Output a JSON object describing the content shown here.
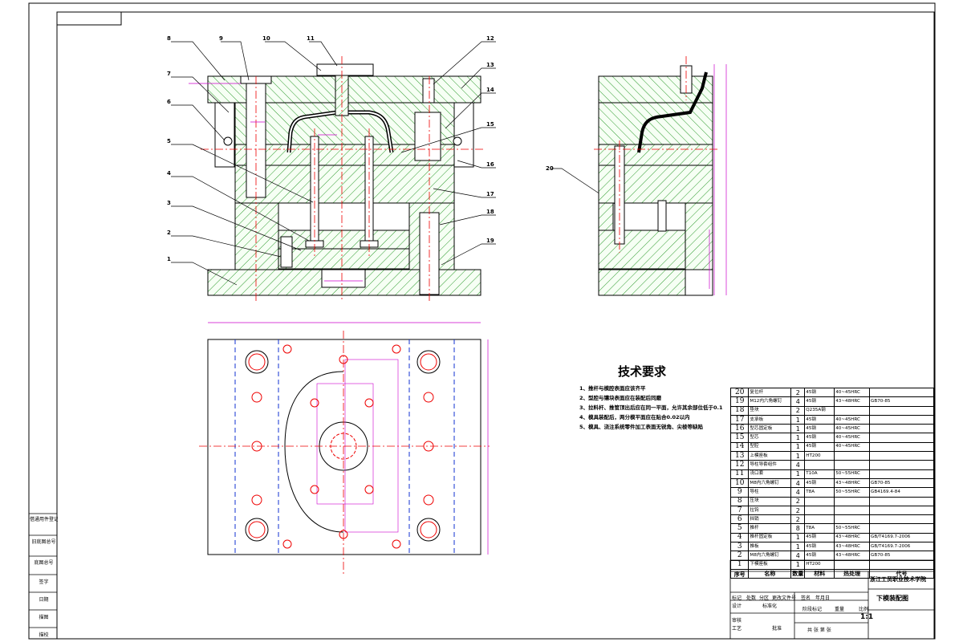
{
  "drawing": {
    "tech_title": "技术要求",
    "tech_notes": [
      "1、推杆与模腔表面应该齐平",
      "2、型腔与镶块表面应在装配后同磨",
      "3、拉料杆、推管顶出后应在同一平面，允许其余部位低于0.1",
      "4、模具装配后，两分模平面应在贴合0.02以内",
      "5、模具、浇注系统零件加工表面无锐角、尖棱等缺陷"
    ],
    "balloons": [
      "1",
      "2",
      "3",
      "4",
      "5",
      "6",
      "7",
      "8",
      "9",
      "10",
      "11",
      "12",
      "13",
      "14",
      "15",
      "16",
      "17",
      "18",
      "19",
      "20"
    ],
    "bom": [
      {
        "no": "20",
        "name": "复位杆",
        "qty": "2",
        "mat": "45钢",
        "heat": "40~45HRC",
        "std": ""
      },
      {
        "no": "19",
        "name": "M12内六角螺钉",
        "qty": "4",
        "mat": "45钢",
        "heat": "43~48HRC",
        "std": "GB70-85"
      },
      {
        "no": "18",
        "name": "垫块",
        "qty": "2",
        "mat": "Q235A钢",
        "heat": "",
        "std": ""
      },
      {
        "no": "17",
        "name": "支承板",
        "qty": "1",
        "mat": "45钢",
        "heat": "40~45HRC",
        "std": ""
      },
      {
        "no": "16",
        "name": "型芯固定板",
        "qty": "1",
        "mat": "45钢",
        "heat": "40~45HRC",
        "std": ""
      },
      {
        "no": "15",
        "name": "型芯",
        "qty": "1",
        "mat": "45钢",
        "heat": "40~45HRC",
        "std": ""
      },
      {
        "no": "14",
        "name": "型腔",
        "qty": "1",
        "mat": "45钢",
        "heat": "40~45HRC",
        "std": ""
      },
      {
        "no": "13",
        "name": "上模座板",
        "qty": "1",
        "mat": "HT200",
        "heat": "",
        "std": ""
      },
      {
        "no": "12",
        "name": "导柱导套组件",
        "qty": "4",
        "mat": "",
        "heat": "",
        "std": ""
      },
      {
        "no": "11",
        "name": "浇口套",
        "qty": "1",
        "mat": "T10A",
        "heat": "50~55HRC",
        "std": ""
      },
      {
        "no": "10",
        "name": "M8内六角螺钉",
        "qty": "4",
        "mat": "45钢",
        "heat": "43~48HRC",
        "std": "GB70-85"
      },
      {
        "no": "9",
        "name": "导柱",
        "qty": "4",
        "mat": "T8A",
        "heat": "50~55HRC",
        "std": "GB4169.4-84"
      },
      {
        "no": "8",
        "name": "压块",
        "qty": "2",
        "mat": "",
        "heat": "",
        "std": ""
      },
      {
        "no": "7",
        "name": "拉钩",
        "qty": "2",
        "mat": "",
        "heat": "",
        "std": ""
      },
      {
        "no": "6",
        "name": "挡销",
        "qty": "2",
        "mat": "",
        "heat": "",
        "std": ""
      },
      {
        "no": "5",
        "name": "推杆",
        "qty": "8",
        "mat": "T8A",
        "heat": "50~55HRC",
        "std": ""
      },
      {
        "no": "4",
        "name": "推杆固定板",
        "qty": "1",
        "mat": "45钢",
        "heat": "43~48HRC",
        "std": "GB/T4169.7-2006"
      },
      {
        "no": "3",
        "name": "推板",
        "qty": "1",
        "mat": "45钢",
        "heat": "43~48HRC",
        "std": "GB/T4169.7-2006"
      },
      {
        "no": "2",
        "name": "M8内六角螺钉",
        "qty": "4",
        "mat": "45钢",
        "heat": "43~48HRC",
        "std": "GB70-85"
      },
      {
        "no": "1",
        "name": "下模座板",
        "qty": "1",
        "mat": "HT200",
        "heat": "",
        "std": ""
      }
    ],
    "bom_header": {
      "no": "序号",
      "name": "名称",
      "qty": "数量",
      "mat": "材料",
      "heat": "热处理",
      "std": "代号"
    },
    "title_block": {
      "school": "浙江工贸职业技术学院",
      "drawing_name": "下模装配图",
      "scale": "1:1",
      "labels": [
        "标记",
        "处数",
        "分区",
        "更改文件号",
        "签名",
        "年月日",
        "设计",
        "标准化",
        "阶段标记",
        "重量",
        "比例",
        "审核",
        "工艺",
        "批准",
        "共 张 第 张"
      ]
    },
    "side_block": [
      "借通用件登记",
      "旧底图总号",
      "底图总号",
      "签字",
      "日期",
      "描图",
      "描校"
    ]
  }
}
